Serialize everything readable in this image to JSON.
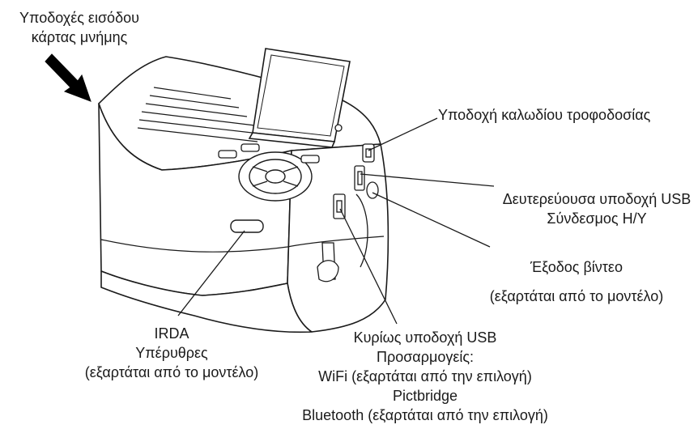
{
  "labels": {
    "card_slots": [
      "Υποδοχές εισόδου",
      "κάρτας μνήμης"
    ],
    "power": [
      "Υποδοχή καλωδίου τροφοδοσίας"
    ],
    "usb_secondary": [
      "Δευτερεύουσα υποδοχή USB",
      "Σύνδεσμος Η/Υ"
    ],
    "video_out": [
      "Έξοδος βίντεο",
      "(εξαρτάται από το μοντέλο)"
    ],
    "irda": [
      "IRDA",
      "Υπέρυθρες",
      "(εξαρτάται από το μοντέλο)"
    ],
    "usb_main": [
      "Κυρίως υποδοχή USB",
      "Προσαρμογείς:",
      "WiFi (εξαρτάται από την επιλογή)",
      "Pictbridge",
      "Bluetooth (εξαρτάται από την επιλογή)"
    ]
  },
  "colors": {
    "stroke": "#1a1a1a",
    "fill": "#ffffff",
    "arrow": "#000000"
  }
}
